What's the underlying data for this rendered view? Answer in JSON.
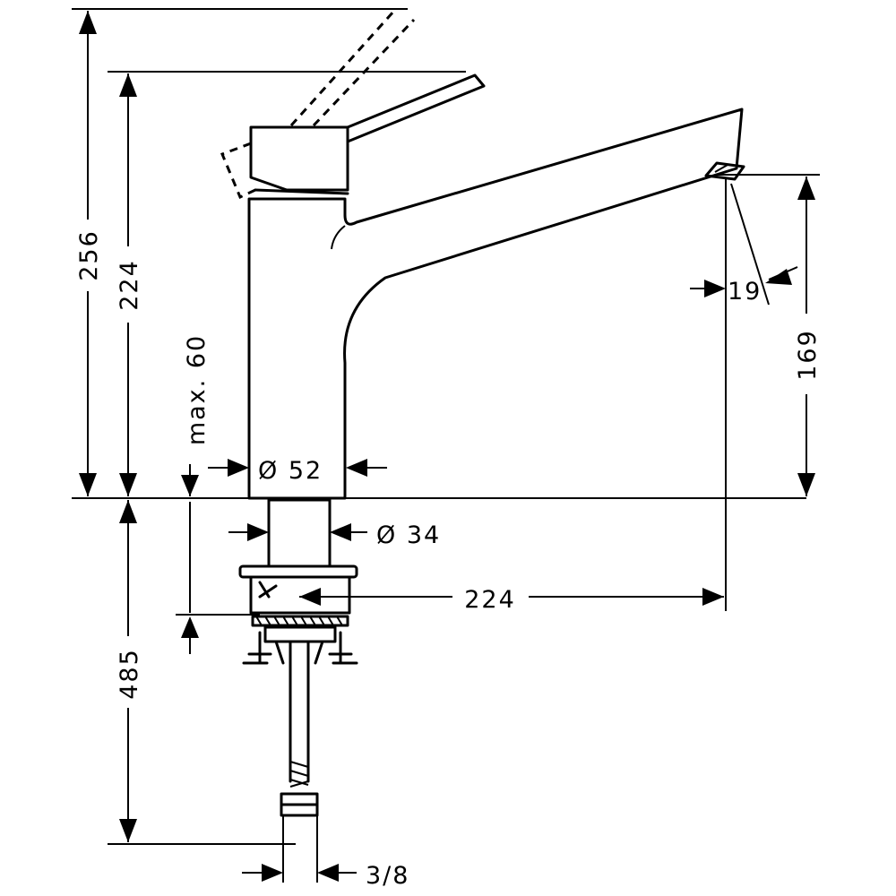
{
  "dimensions": {
    "overall_height_lever_open": "256",
    "overall_height": "224",
    "max_counter_thickness": "max. 60",
    "body_diameter": "Ø 52",
    "shank_diameter": "Ø 34",
    "spout_reach": "224",
    "spout_height": "169",
    "spout_angle": "19",
    "hose_length": "485",
    "hose_connection": "3/8"
  }
}
